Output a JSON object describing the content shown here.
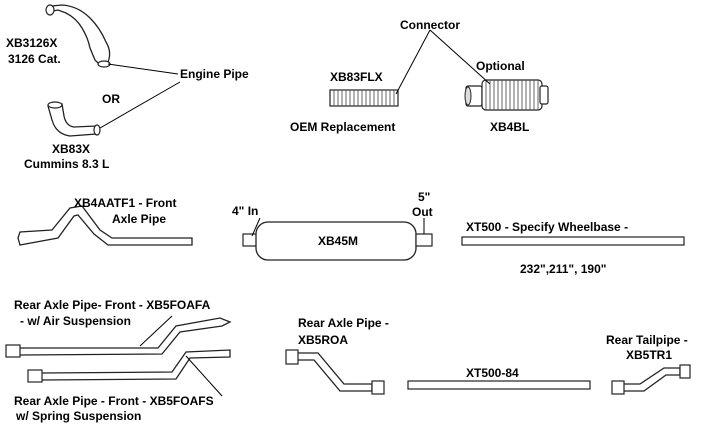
{
  "labels": {
    "xb3126x_code": "XB3126X",
    "xb3126x_desc": "3126 Cat.",
    "engine_pipe": "Engine Pipe",
    "or": "OR",
    "xb83x_code": "XB83X",
    "xb83x_desc": "Cummins 8.3 L",
    "connector": "Connector",
    "optional": "Optional",
    "xb83flx_code": "XB83FLX",
    "oem_replacement": "OEM Replacement",
    "xb4bl_code": "XB4BL",
    "xb4aatf1_line1": "XB4AATF1 - Front",
    "xb4aatf1_line2": "Axle Pipe",
    "inlet": "4\" In",
    "outlet_size": "5\"",
    "outlet_word": "Out",
    "xb45m_code": "XB45M",
    "xt500_line1": "XT500 - Specify Wheelbase -",
    "xt500_line2": "232\",211\", 190\"",
    "rear_front_air_line1": "Rear Axle Pipe- Front - XB5FOAFA",
    "rear_front_air_line2": "- w/ Air Suspension",
    "rear_axle_line1": "Rear Axle Pipe -",
    "rear_axle_line2": "XB5ROA",
    "xt500_84": "XT500-84",
    "tailpipe_line1": "Rear Tailpipe -",
    "tailpipe_line2": "XB5TR1",
    "rear_front_spring_line1": "Rear Axle Pipe - Front - XB5FOAFS",
    "rear_front_spring_line2": "w/ Spring Suspension"
  }
}
